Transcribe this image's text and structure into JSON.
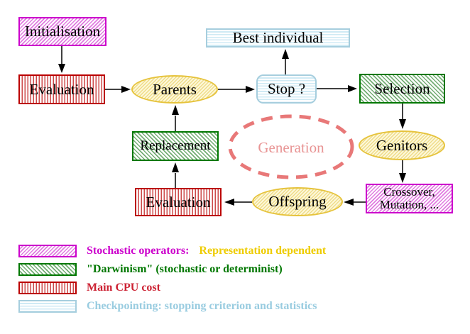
{
  "diagram": {
    "title_hint": "Evolutionary algorithm generation loop",
    "nodes": {
      "initialisation": "Initialisation",
      "evaluation_top": "Evaluation",
      "parents": "Parents",
      "best_individual": "Best individual",
      "stop": "Stop ?",
      "selection": "Selection",
      "replacement": "Replacement",
      "generation": "Generation",
      "genitors": "Genitors",
      "evaluation_bottom": "Evaluation",
      "crossover_line1": "Crossover,",
      "crossover_line2": "Mutation, ..."
    },
    "colors": {
      "magenta": "#cc00cc",
      "magenta_hatch": "#e07ce0",
      "green": "#007700",
      "green_hatch": "#74ad74",
      "red": "#bb0000",
      "red_stripe": "#cc4a4a",
      "cyan": "#a6cede",
      "cyan_stripe": "#cfeaf4",
      "gold": "#e6c33c",
      "gold_hatch": "#efdc8a",
      "gold_fill": "#fdf8da",
      "salmon": "#e87878",
      "generation_text": "#e89494",
      "legend_magenta": "#cc00cc",
      "legend_gold": "#eecc00",
      "legend_green": "#007700",
      "legend_red": "#cc2233",
      "legend_cyan": "#99cce0",
      "arrow": "#000000"
    }
  },
  "legend": {
    "items": [
      {
        "label": "Stochastic operators:",
        "label2": "Representation dependent",
        "swatch": "magenta-diagonal-hatch"
      },
      {
        "label": "\"Darwinism\" (stochastic or determinist)",
        "swatch": "green-diagonal-hatch"
      },
      {
        "label": "Main CPU cost",
        "swatch": "red-vertical-stripes"
      },
      {
        "label": "Checkpointing: stopping criterion and statistics",
        "swatch": "cyan-horizontal-stripes"
      }
    ]
  }
}
